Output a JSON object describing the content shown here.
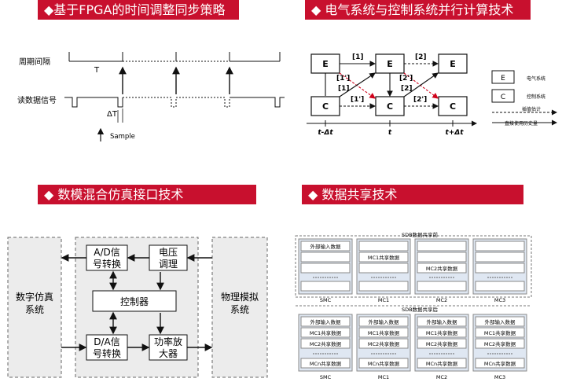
{
  "banners": {
    "fpga": "◆基于FPGA的时间调整同步策略",
    "parallel": "◆ 电气系统与控制系统并行计算技术",
    "mixed": "◆ 数模混合仿真接口技术",
    "share": "◆ 数据共享技术"
  },
  "timing": {
    "period_label": "周期间隔",
    "read_label": "读数据信号",
    "T": "T",
    "dT": "ΔT",
    "sample": "Sample"
  },
  "parallel": {
    "E": "E",
    "C": "C",
    "lbl_1": "[1]",
    "lbl_1p": "[1']",
    "lbl_2": "[2]",
    "lbl_2p": "[2']",
    "t_minus": "t-Δt",
    "t": "t",
    "t_plus": "t+Δt",
    "legend_e": "电气系统",
    "legend_c": "控制系统",
    "legend_interp": "插值估计",
    "legend_direct": "直接使用历史量"
  },
  "mixed": {
    "digital": "数字仿真系统",
    "physical": "物理模拟系统",
    "ad_l1": "A/D信",
    "ad_l2": "号转换",
    "vadj_l1": "电压",
    "vadj_l2": "调理",
    "controller": "控制器",
    "da_l1": "D/A信",
    "da_l2": "号转换",
    "amp_l1": "功率放",
    "amp_l2": "大器"
  },
  "share": {
    "top_title": "SDB数据共享前",
    "bottom_title": "SDB数据共享后",
    "ext_input": "外部输入数据",
    "mc1_share": "MC1共享数据",
    "mc2_share": "MC2共享数据",
    "mcn_share": "MCn共享数据",
    "cols": [
      "SMC",
      "MC1",
      "MC2",
      "MC3"
    ]
  }
}
